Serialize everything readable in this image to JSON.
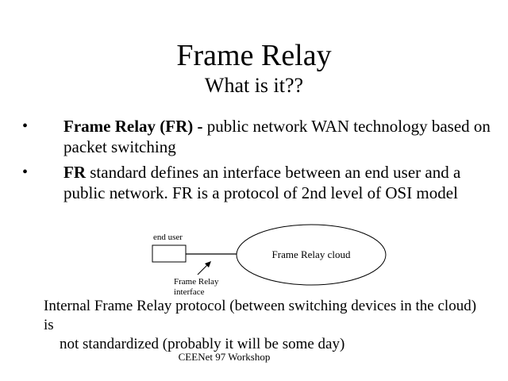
{
  "slide": {
    "title": "Frame Relay",
    "subtitle": "What is it??",
    "bullets": [
      {
        "bold": "Frame Relay (FR) -",
        "text": " public network WAN technology based on packet switching"
      },
      {
        "bold": "FR",
        "text": " standard defines an interface between an end user and a public network. FR is a protocol of 2nd level of OSI model"
      }
    ],
    "diagram": {
      "end_user_label": "end user",
      "cloud_label": "Frame Relay cloud",
      "interface_label_line1": "Frame Relay",
      "interface_label_line2": "interface"
    },
    "paragraph_line1": "Internal Frame Relay protocol (between switching devices in the cloud) is",
    "paragraph_line2": "not standardized (probably it will be some day)",
    "footer": "CEENet 97 Workshop"
  }
}
